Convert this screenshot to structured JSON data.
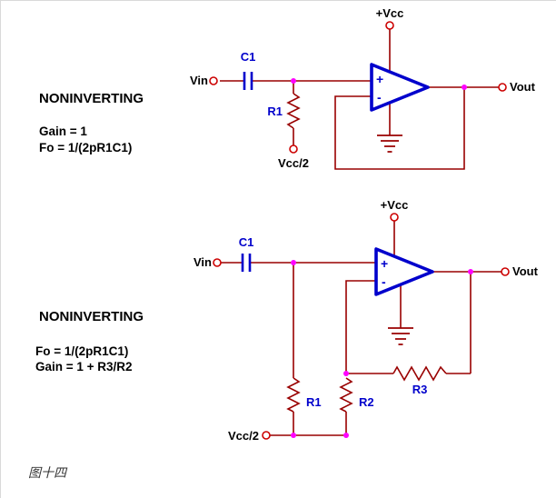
{
  "colors": {
    "wire": "#990000",
    "opamp_outline": "#0000cc",
    "junction_dot": "#ff00ff",
    "terminal": "#cc0000",
    "component_label": "#0000cc",
    "text": "#000000"
  },
  "top": {
    "title": "NONINVERTING",
    "formula_gain": "Gain = 1",
    "formula_fo": "Fo = 1/(2pR1C1)",
    "vin": "Vin",
    "vout": "Vout",
    "vcc": "+Vcc",
    "vcc_half": "Vcc/2",
    "c1": "C1",
    "r1": "R1",
    "plus": "+",
    "minus": "-"
  },
  "bottom": {
    "title": "NONINVERTING",
    "formula_fo": "Fo = 1/(2pR1C1)",
    "formula_gain": "Gain = 1 + R3/R2",
    "vin": "Vin",
    "vout": "Vout",
    "vcc": "+Vcc",
    "vcc_half": "Vcc/2",
    "c1": "C1",
    "r1": "R1",
    "r2": "R2",
    "r3": "R3",
    "plus": "+",
    "minus": "-"
  },
  "caption": "图十四"
}
